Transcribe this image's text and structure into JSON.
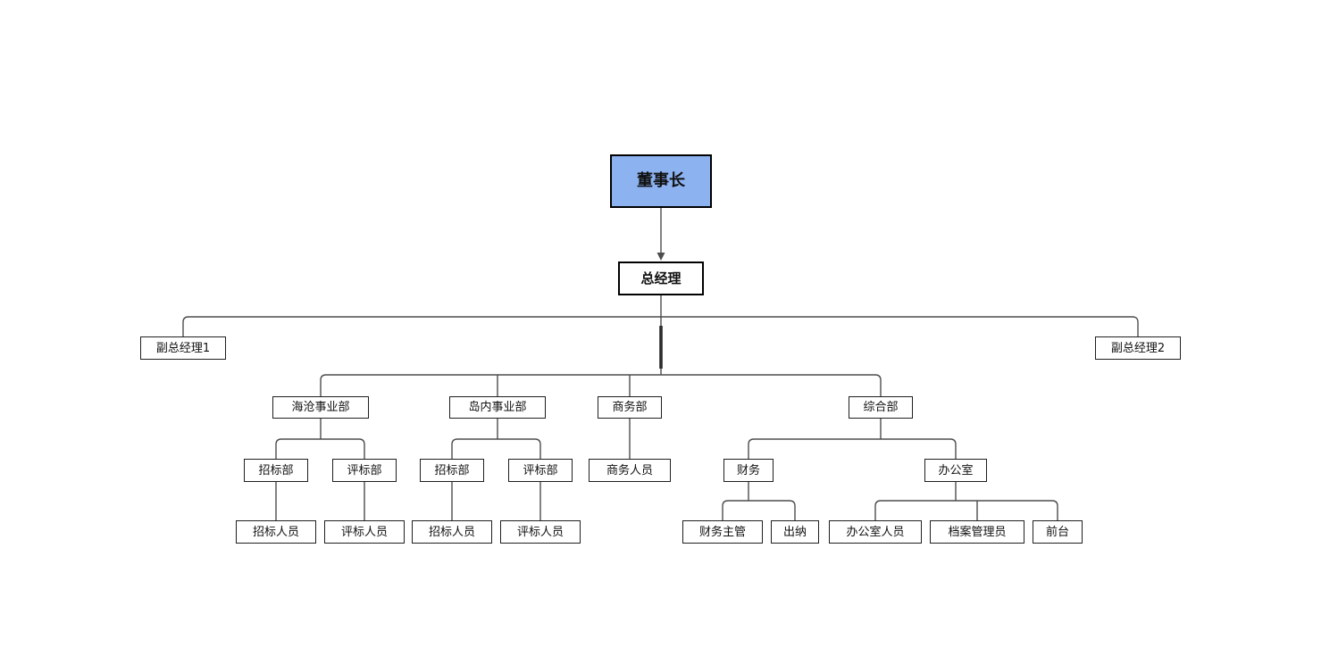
{
  "diagram": {
    "type": "org-chart",
    "background_color": "#ffffff",
    "line_color": "#4d4d4d",
    "chairman_fill_color": "#8cb2f0",
    "box_border_color": "#000000",
    "nodes": {
      "chairman": {
        "label": "董事长"
      },
      "general_manager": {
        "label": "总经理"
      },
      "deputy_gm_1": {
        "label": "副总经理1"
      },
      "deputy_gm_2": {
        "label": "副总经理2"
      },
      "haicang_division": {
        "label": "海沧事业部"
      },
      "island_division": {
        "label": "岛内事业部"
      },
      "commerce_dept": {
        "label": "商务部"
      },
      "general_dept": {
        "label": "综合部"
      },
      "haicang_bidding_dept": {
        "label": "招标部"
      },
      "haicang_evaluation_dept": {
        "label": "评标部"
      },
      "island_bidding_dept": {
        "label": "招标部"
      },
      "island_evaluation_dept": {
        "label": "评标部"
      },
      "commerce_staff": {
        "label": "商务人员"
      },
      "finance": {
        "label": "财务"
      },
      "office": {
        "label": "办公室"
      },
      "haicang_bidding_staff": {
        "label": "招标人员"
      },
      "haicang_evaluation_staff": {
        "label": "评标人员"
      },
      "island_bidding_staff": {
        "label": "招标人员"
      },
      "island_evaluation_staff": {
        "label": "评标人员"
      },
      "finance_supervisor": {
        "label": "财务主管"
      },
      "cashier": {
        "label": "出纳"
      },
      "office_staff": {
        "label": "办公室人员"
      },
      "archive_manager": {
        "label": "档案管理员"
      },
      "reception": {
        "label": "前台"
      }
    },
    "edges": [
      {
        "from": "chairman",
        "to": "general_manager",
        "arrow": true
      },
      {
        "from": "general_manager",
        "to": "deputy_gm_1"
      },
      {
        "from": "general_manager",
        "to": "deputy_gm_2"
      },
      {
        "from": "general_manager",
        "to": "haicang_division"
      },
      {
        "from": "general_manager",
        "to": "island_division"
      },
      {
        "from": "general_manager",
        "to": "commerce_dept"
      },
      {
        "from": "general_manager",
        "to": "general_dept"
      },
      {
        "from": "haicang_division",
        "to": "haicang_bidding_dept"
      },
      {
        "from": "haicang_division",
        "to": "haicang_evaluation_dept"
      },
      {
        "from": "island_division",
        "to": "island_bidding_dept"
      },
      {
        "from": "island_division",
        "to": "island_evaluation_dept"
      },
      {
        "from": "commerce_dept",
        "to": "commerce_staff"
      },
      {
        "from": "general_dept",
        "to": "finance"
      },
      {
        "from": "general_dept",
        "to": "office"
      },
      {
        "from": "haicang_bidding_dept",
        "to": "haicang_bidding_staff"
      },
      {
        "from": "haicang_evaluation_dept",
        "to": "haicang_evaluation_staff"
      },
      {
        "from": "island_bidding_dept",
        "to": "island_bidding_staff"
      },
      {
        "from": "island_evaluation_dept",
        "to": "island_evaluation_staff"
      },
      {
        "from": "finance",
        "to": "finance_supervisor"
      },
      {
        "from": "finance",
        "to": "cashier"
      },
      {
        "from": "office",
        "to": "office_staff"
      },
      {
        "from": "office",
        "to": "archive_manager"
      },
      {
        "from": "office",
        "to": "reception"
      }
    ]
  }
}
